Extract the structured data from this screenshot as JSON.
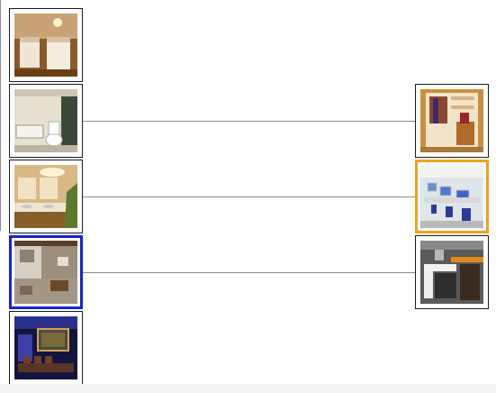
{
  "colors": {
    "tile_border": "#1b1b1b",
    "selected_left": "#1324d9",
    "selected_right": "#f2a21b",
    "connector": "#8a8a8a"
  },
  "left_column": [
    {
      "icon": "bedroom-photo-icon"
    },
    {
      "icon": "bathroom-photo-icon"
    },
    {
      "icon": "vanity-bathroom-photo-icon"
    },
    {
      "icon": "basement-room-photo-icon",
      "selected": true
    },
    {
      "icon": "home-theater-photo-icon"
    }
  ],
  "right_column": [
    {
      "icon": "closet-photo-icon"
    },
    {
      "icon": "computer-lab-photo-icon",
      "selected": true
    },
    {
      "icon": "kitchen-photo-icon"
    }
  ],
  "links": [
    {
      "from": "left-1",
      "to": "right-0"
    },
    {
      "from": "left-2",
      "to": "right-1"
    },
    {
      "from": "left-3",
      "to": "right-2"
    }
  ]
}
